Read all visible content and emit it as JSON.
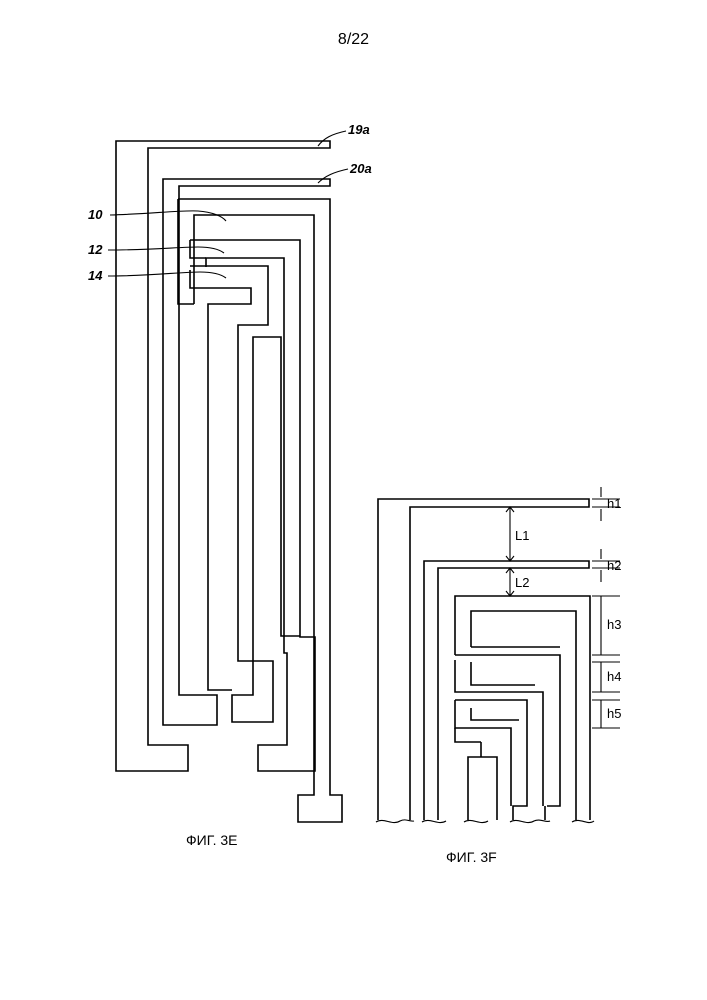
{
  "page_number": "8/22",
  "figure_e": {
    "caption": "ФИГ. 3E",
    "labels": [
      "19a",
      "20a",
      "10",
      "12",
      "14"
    ]
  },
  "figure_f": {
    "caption": "ФИГ. 3F",
    "dimensions": [
      "h1",
      "L1",
      "h2",
      "L2",
      "h3",
      "h4",
      "h5"
    ]
  }
}
